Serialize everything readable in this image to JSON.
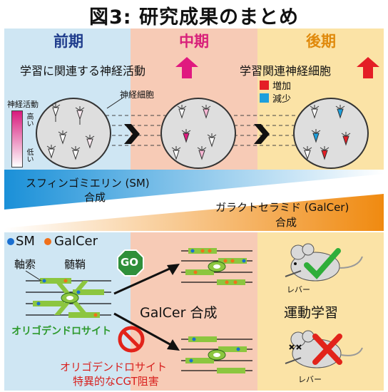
{
  "title": "図3: 研究成果のまとめ",
  "phases": [
    {
      "label": "前期",
      "color": "#1f3c8c"
    },
    {
      "label": "中期",
      "color": "#d8207a"
    },
    {
      "label": "後期",
      "color": "#e08a0c"
    }
  ],
  "top": {
    "early_text": "学習に関連する神経活動",
    "late_text": "学習関連神経細胞",
    "neuron_label": "神経細胞",
    "scale_label": "神経活動",
    "scale_high": "高い",
    "scale_low": "低い",
    "legend": [
      {
        "label": "増加",
        "color": "#e41e26"
      },
      {
        "label": "減少",
        "color": "#1e9fdc"
      }
    ],
    "colors": {
      "early_bg": "#cfe6f3",
      "mid_bg": "#f7cbb6",
      "late_bg": "#fbe3a6",
      "arrow_up_mid": "#e0197f",
      "arrow_up_late": "#e41e26"
    }
  },
  "middle": {
    "sm_label": "スフィンゴミエリン (SM)",
    "sm_sub": "合成",
    "galcer_label": "ガラクトセラミド (GalCer)",
    "galcer_sub": "合成",
    "colors": {
      "sm": "#1a90d8",
      "galcer": "#f08a10"
    }
  },
  "bottom": {
    "sm_legend": "SM",
    "galcer_legend": "GalCer",
    "axon_label": "軸索",
    "myelin_label": "髄鞘",
    "oligo_label": "オリゴデンドロサイト",
    "go_label": "GO",
    "center_label": "GalCer 合成",
    "right_label": "運動学習",
    "lever_top": "レバー",
    "lever_bottom": "レバー",
    "cgt_line1": "オリゴデンドロサイト",
    "cgt_line2": "特異的なCGT阻害",
    "colors": {
      "sm_dot": "#1a6fd0",
      "galcer_dot": "#f0701a",
      "go": "#2f8f3a",
      "stop": "#e2231a",
      "check": "#2fae3a",
      "cross": "#e2231a"
    }
  }
}
